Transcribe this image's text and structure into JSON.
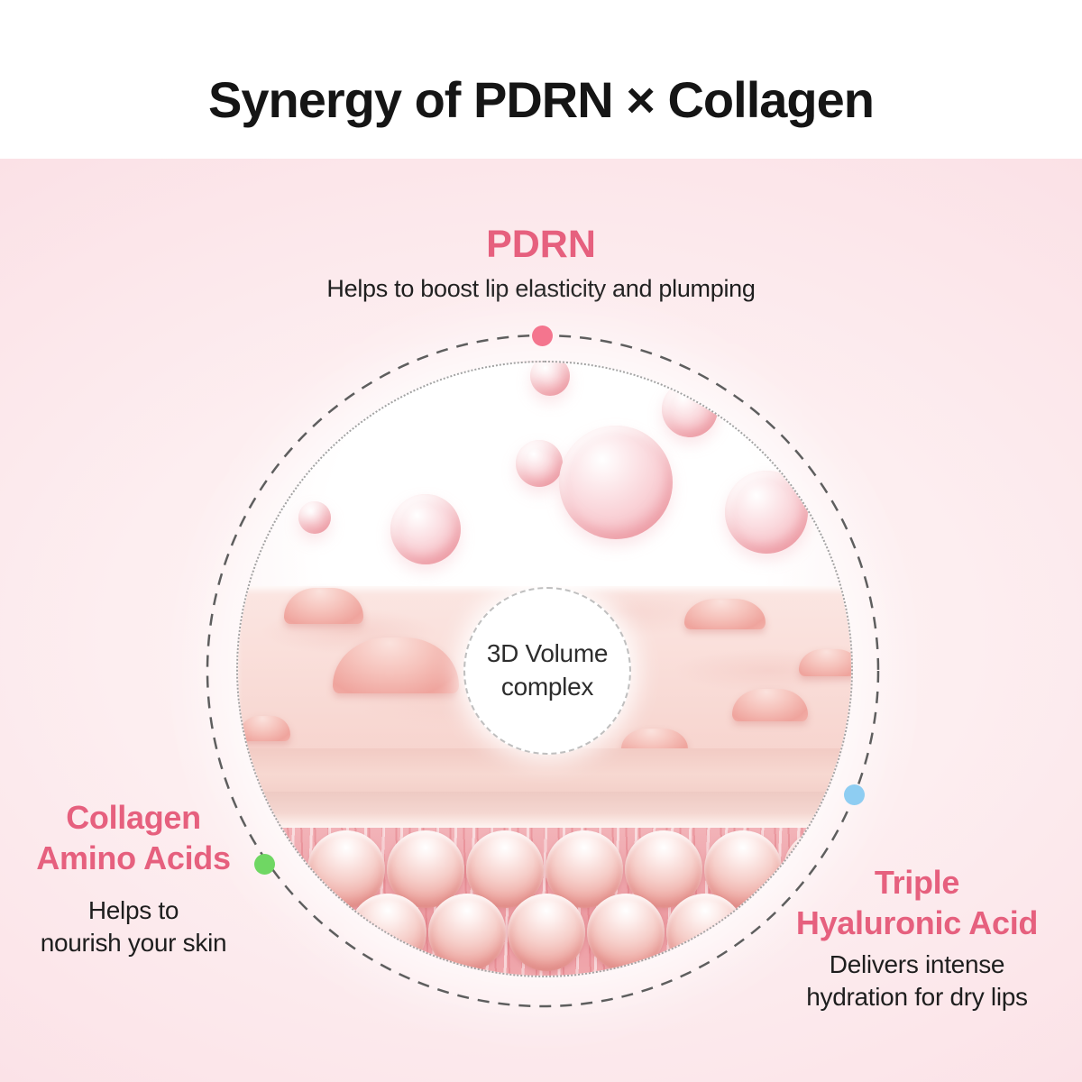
{
  "title": "Synergy of PDRN × Collagen",
  "pdrn": {
    "heading": "PDRN",
    "description": "Helps to boost lip elasticity and plumping"
  },
  "center_badge": {
    "lines": [
      "3D Volume",
      "complex"
    ]
  },
  "collagen": {
    "heading_lines": [
      "Collagen",
      "Amino Acids"
    ],
    "description_lines": [
      "Helps to",
      "nourish your skin"
    ]
  },
  "hyaluronic": {
    "heading_lines": [
      "Triple",
      "Hyaluronic Acid"
    ],
    "description_lines": [
      "Delivers intense",
      "hydration for dry lips"
    ]
  },
  "colors": {
    "accent_pink": "#e6607e",
    "title_black": "#151515",
    "body_dark": "#1e1e1e",
    "dot_pink": "#f4758e",
    "dot_green": "#6fd763",
    "dot_blue": "#8ecdf2"
  }
}
